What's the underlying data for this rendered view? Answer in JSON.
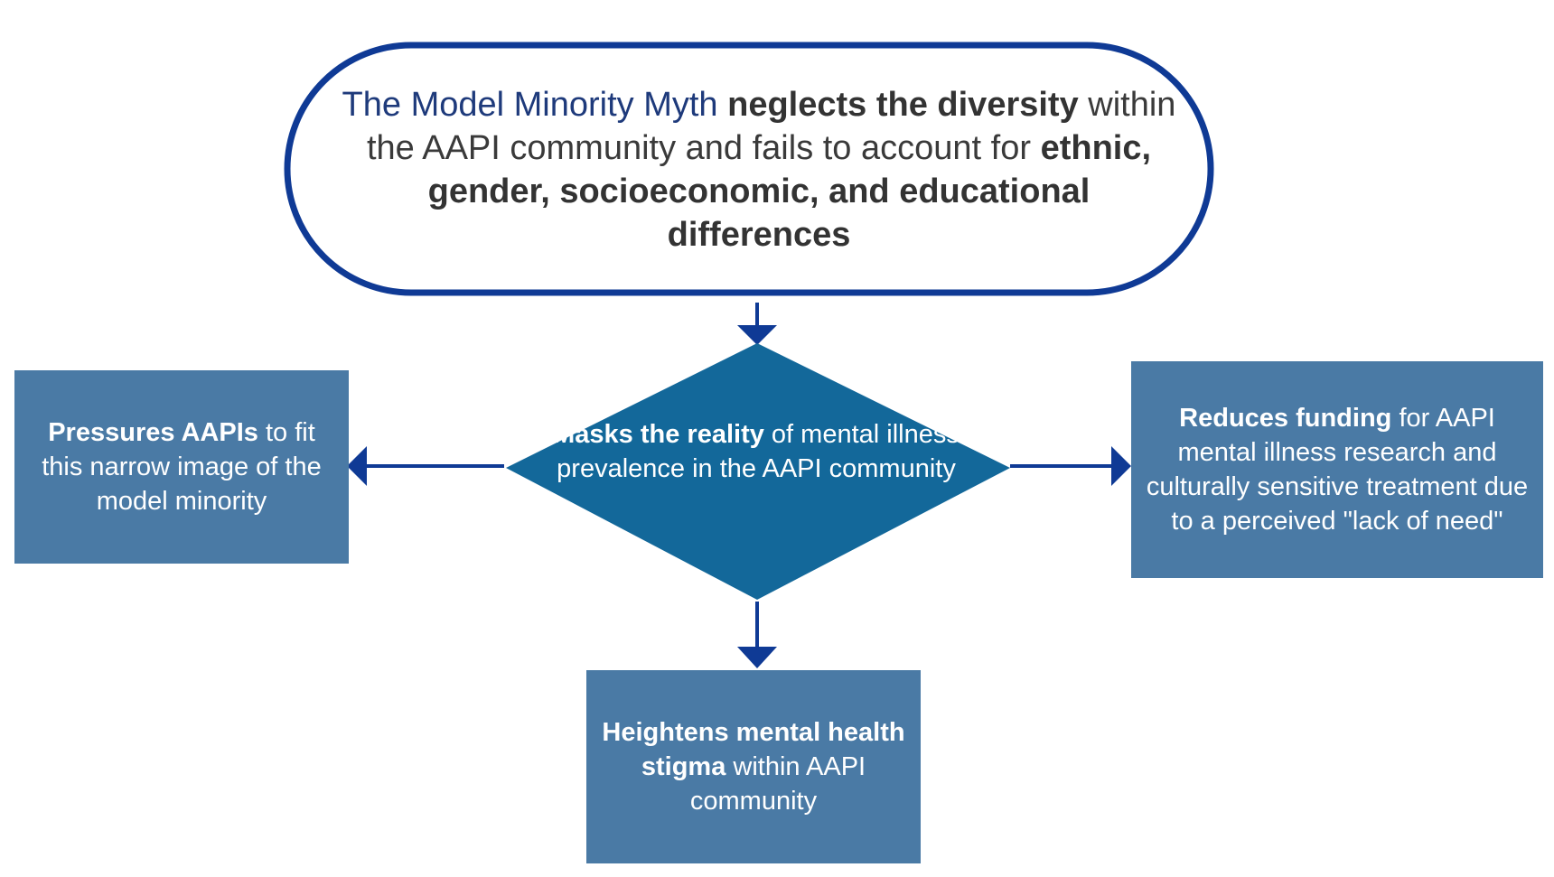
{
  "colors": {
    "accent_text": "#1e3a7b",
    "oval_border": "#0f3a95",
    "diamond_fill": "#13689a",
    "box_fill": "#4a7aa5",
    "arrow": "#0f3a95"
  },
  "top": {
    "part1": "The Model Minority Myth",
    "part2": "neglects the diversity",
    "part3": "within the AAPI community and fails to account for",
    "part4": "ethnic, gender, socioeconomic, and educational differences"
  },
  "center": {
    "bold": "Masks the reality",
    "rest": "of mental illness prevalence in the AAPI community"
  },
  "left": {
    "bold": "Pressures AAPIs",
    "rest": "to fit this narrow image of the model minority"
  },
  "right": {
    "bold": "Reduces funding",
    "rest": "for AAPI mental illness research and culturally sensitive treatment due to a perceived \"lack of need\""
  },
  "bottom": {
    "bold": "Heightens mental health stigma",
    "rest": "within AAPI community"
  }
}
